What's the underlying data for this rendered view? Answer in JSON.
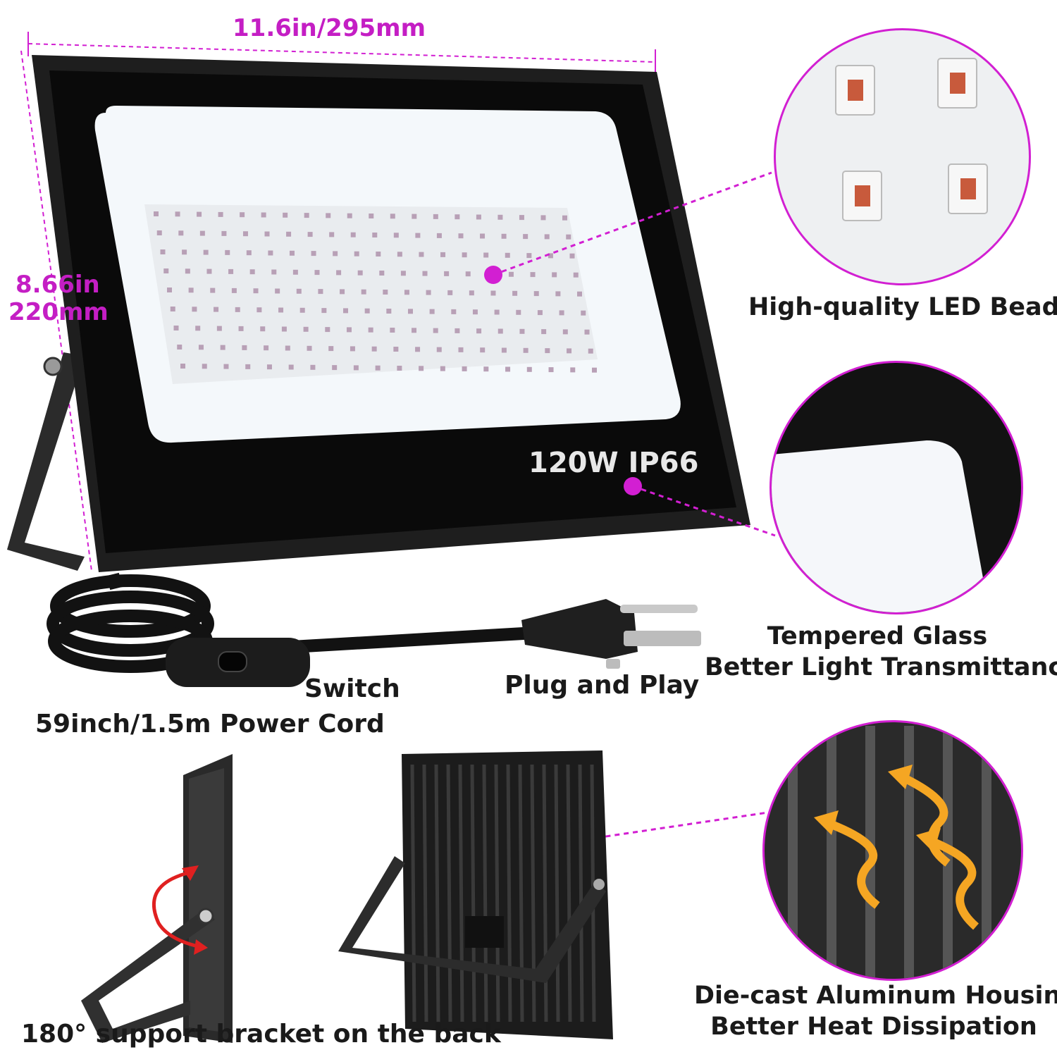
{
  "dimensions": {
    "width_label": "11.6in/295mm",
    "height_label_line1": "8.66in",
    "height_label_line2": "220mm"
  },
  "panel": {
    "rating_label": "120W IP66"
  },
  "callouts": {
    "led_beads": "High-quality LED Beads",
    "glass_line1": "Tempered Glass",
    "glass_line2": "Better Light Transmittance",
    "housing_line1": "Die-cast Aluminum Housing",
    "housing_line2": "Better Heat Dissipation"
  },
  "cord": {
    "switch_label": "Switch",
    "plug_label": "Plug and Play",
    "length_label": "59inch/1.5m Power Cord"
  },
  "bracket": {
    "label": "180° support bracket on the back"
  },
  "colors": {
    "accent": "#d21fd2",
    "arrow": "#f5a623",
    "rotate_arrow": "#e02020"
  }
}
